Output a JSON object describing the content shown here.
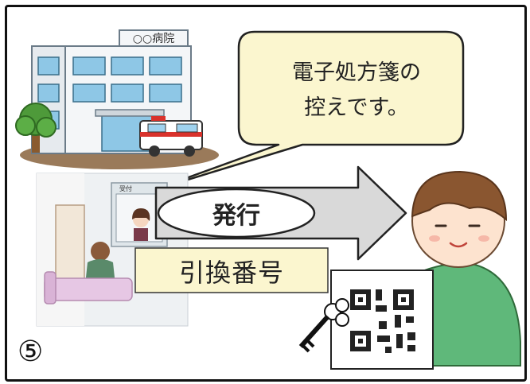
{
  "hospital": {
    "sign": "○○病院"
  },
  "speech_bubble": {
    "line1": "電子処方箋の",
    "line2": "控えです。"
  },
  "labels": {
    "issue": "発行",
    "exchange_number": "引換番号"
  },
  "step": {
    "number": "⑤"
  },
  "colors": {
    "bubble_fill": "#fbf6cf",
    "label_box_fill": "#fbf6cf",
    "arrow_fill": "#d9d9d9",
    "person_shirt": "#5fb87a",
    "person_hair": "#8a5630",
    "panel_border": "#111111"
  },
  "icons": [
    "hospital-building",
    "ambulance",
    "tree",
    "reception-counter",
    "patient",
    "person",
    "key",
    "qr-code"
  ]
}
